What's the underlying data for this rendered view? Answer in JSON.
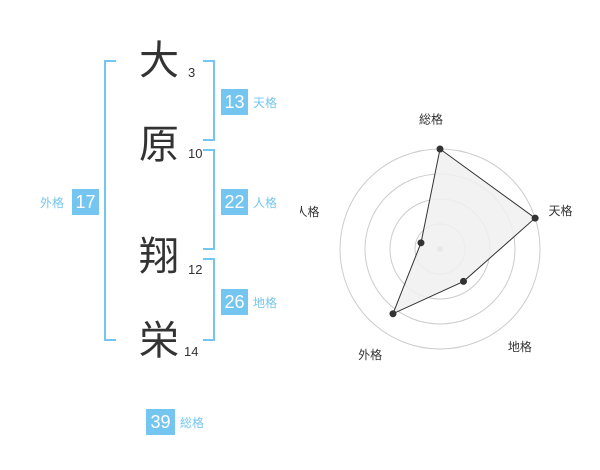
{
  "characters": [
    {
      "char": "大",
      "strokes": "3"
    },
    {
      "char": "原",
      "strokes": "10"
    },
    {
      "char": "翔",
      "strokes": "12"
    },
    {
      "char": "栄",
      "strokes": "14"
    }
  ],
  "fortunes": {
    "tenkaku": {
      "value": "13",
      "label": "天格"
    },
    "jinkaku": {
      "value": "22",
      "label": "人格"
    },
    "chikaku": {
      "value": "26",
      "label": "地格"
    },
    "gaikaku": {
      "value": "17",
      "label": "外格"
    },
    "soukaku": {
      "value": "39",
      "label": "総格"
    }
  },
  "colors": {
    "accent": "#74c6f0",
    "text": "#333333",
    "grid": "#cccccc",
    "fill": "#f0f0f0"
  },
  "chart_data": {
    "type": "radar",
    "axes": [
      "総格",
      "天格",
      "地格",
      "外格",
      "人格"
    ],
    "values": [
      5,
      5,
      2,
      4,
      1
    ],
    "range": [
      0,
      5
    ],
    "rings": 4
  }
}
